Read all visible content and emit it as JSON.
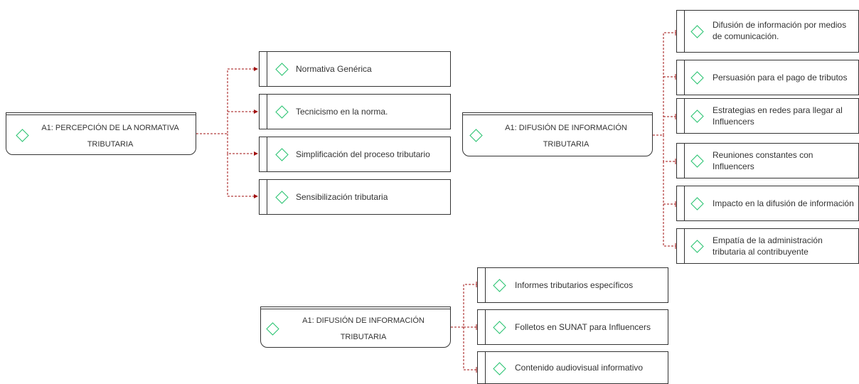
{
  "colors": {
    "connector": "#a01010",
    "diamond": "#25c26e",
    "border": "#333333"
  },
  "roots": [
    {
      "lines": [
        "A1: PERCEPCIÓN DE LA NORMATIVA",
        "TRIBUTARIA"
      ]
    },
    {
      "lines": [
        "A1: DIFUSIÓN DE INFORMACIÓN",
        "TRIBUTARIA"
      ]
    },
    {
      "lines": [
        "A1: DIFUSIÓN DE INFORMACIÓN",
        "TRIBUTARIA"
      ]
    }
  ],
  "group1": [
    {
      "label": "Normativa Genérica"
    },
    {
      "label": "Tecnicismo en la norma."
    },
    {
      "label": "Simplificación del proceso tributario"
    },
    {
      "label": "Sensibilización tributaria"
    }
  ],
  "group2": [
    {
      "label": "Difusión de información por medios de comunicación."
    },
    {
      "label": "Persuasión para el pago de tributos"
    },
    {
      "label": "Estrategias en redes para llegar al Influencers"
    },
    {
      "label": "Reuniones constantes con Influencers"
    },
    {
      "label": "Impacto en la difusión de información"
    },
    {
      "label": "Empatía de la administración tributaria al contribuyente"
    }
  ],
  "group3": [
    {
      "label": "Informes tributarios específicos"
    },
    {
      "label": "Folletos en SUNAT para Influencers"
    },
    {
      "label": "Contenido audiovisual informativo"
    }
  ]
}
